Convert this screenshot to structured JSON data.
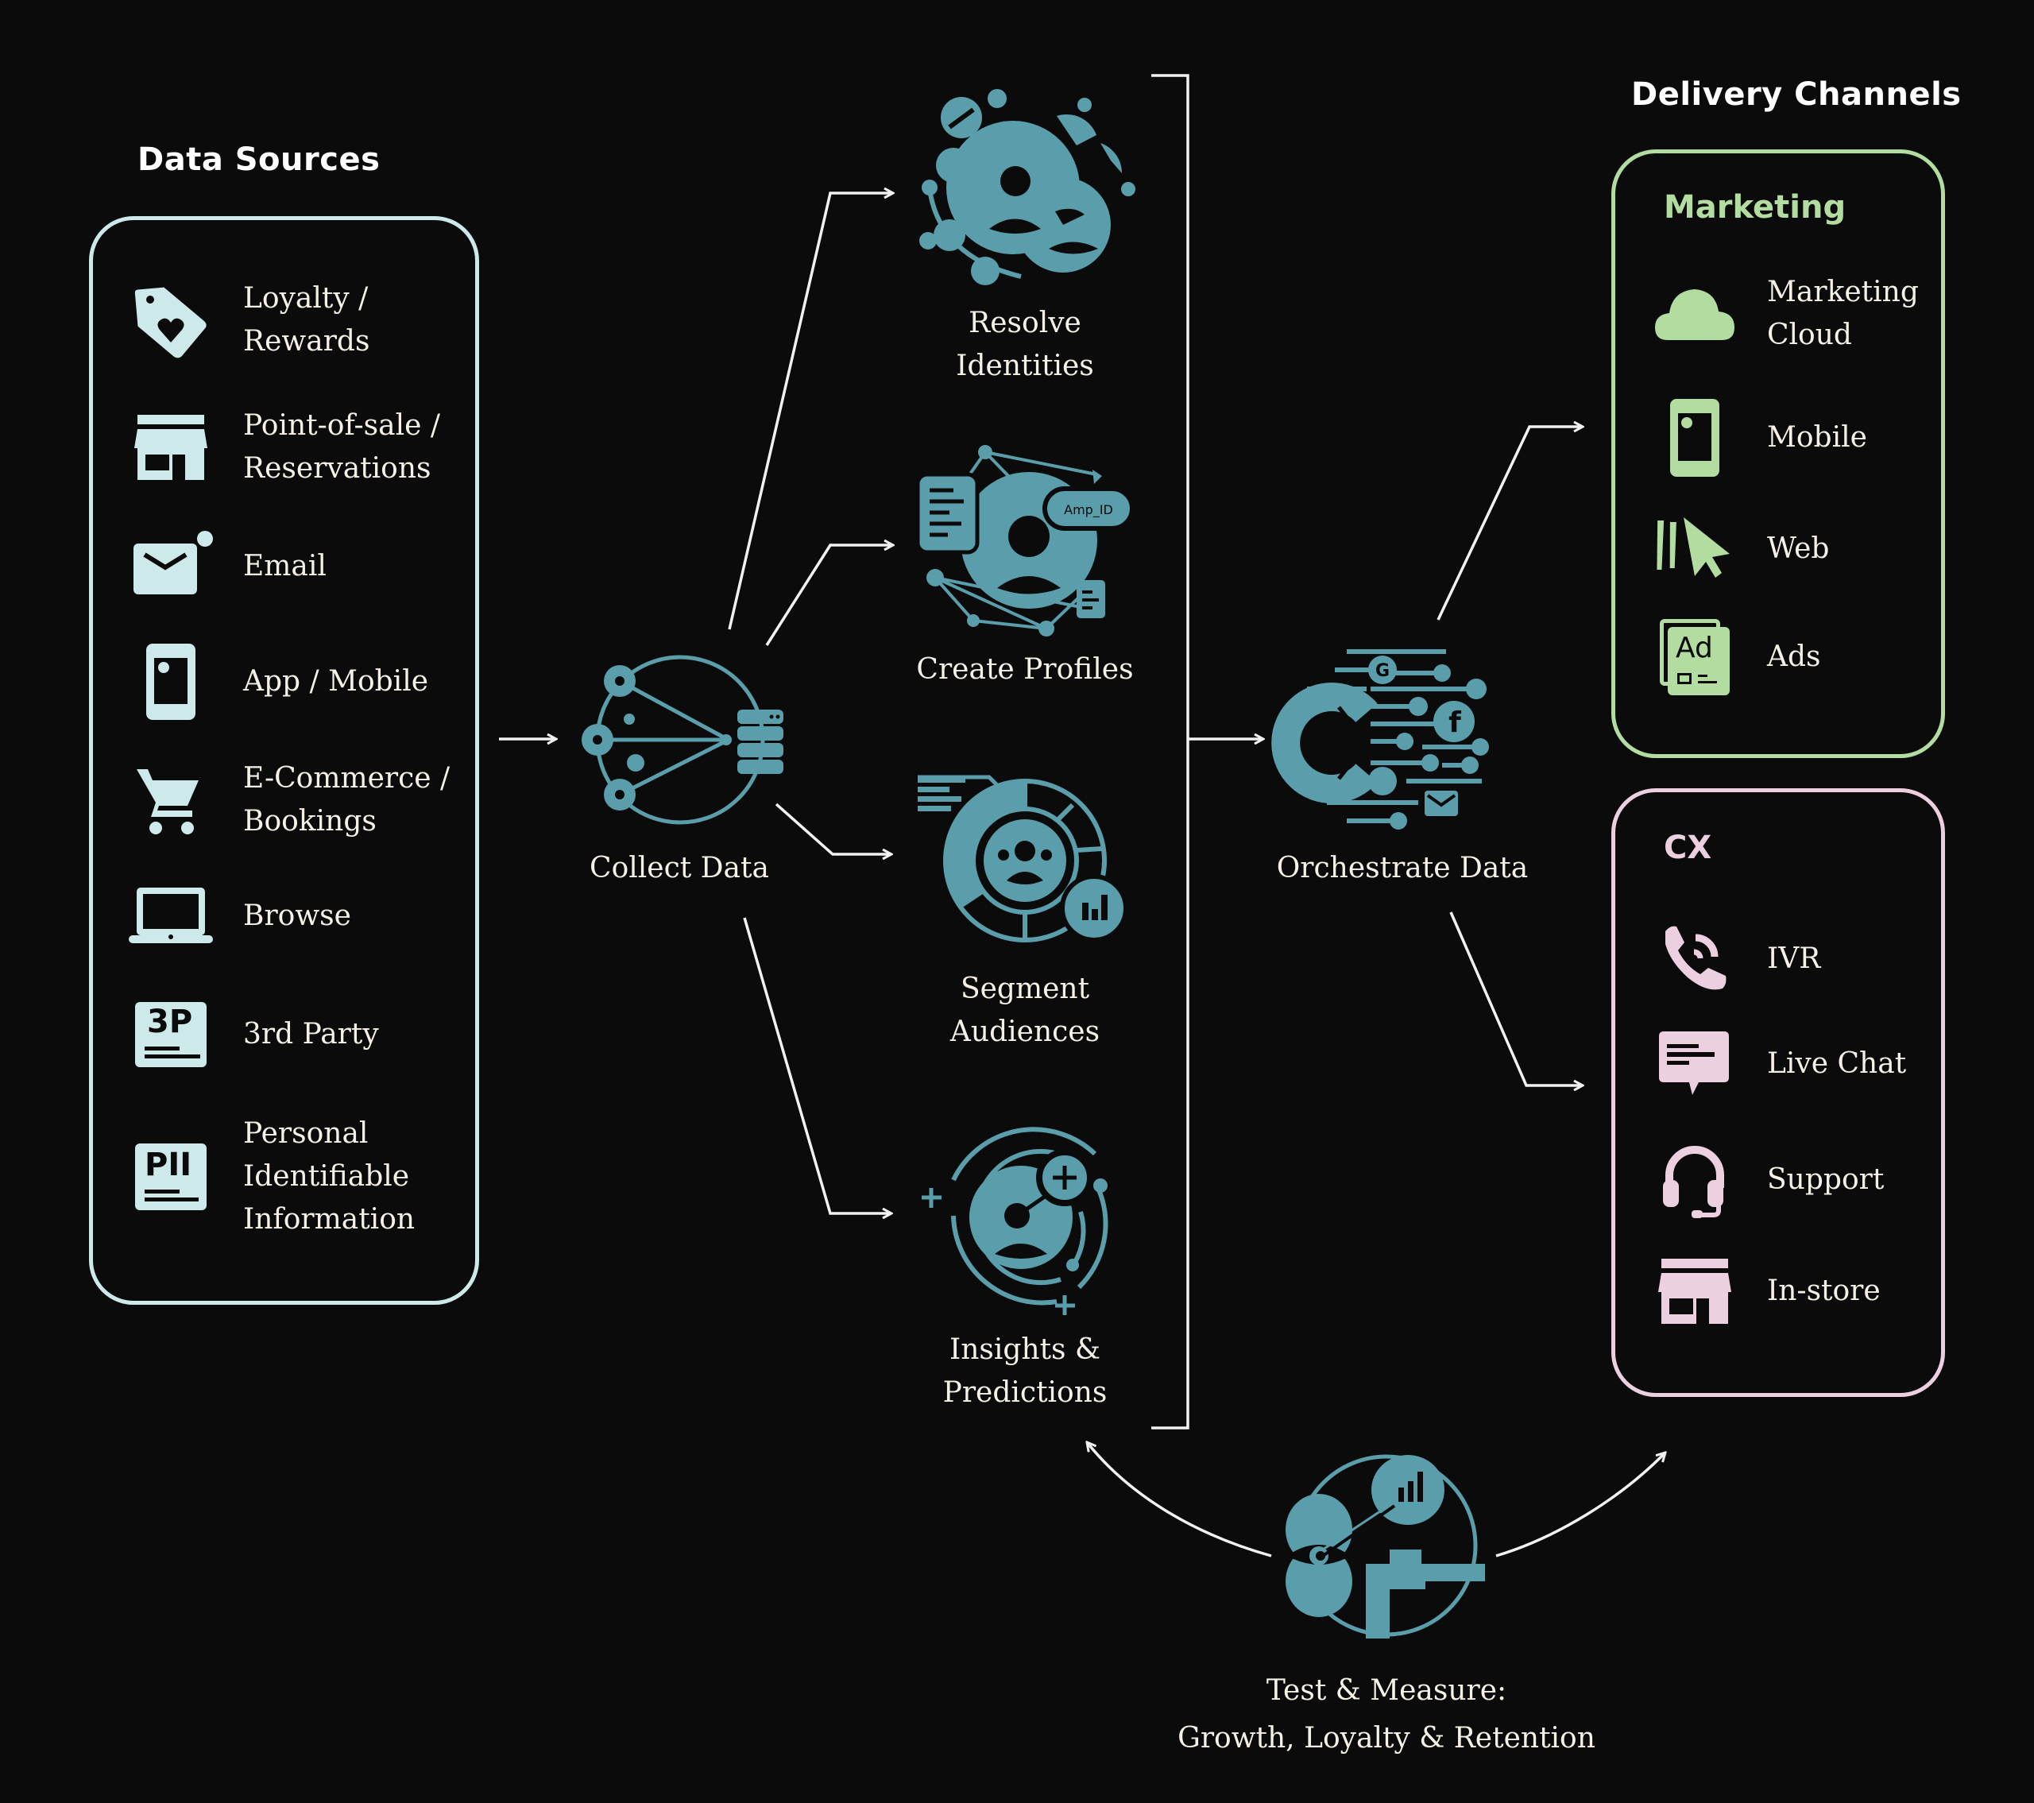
{
  "colors": {
    "background": "#0b0b0b",
    "teal": "#5b9eab",
    "sources_accent": "#cde9ea",
    "marketing_accent": "#b3dda0",
    "cx_accent": "#ecd0e0",
    "arrow": "#f2f2f2",
    "text": "#f6f1e7"
  },
  "data_sources": {
    "title": "Data Sources",
    "items": [
      {
        "label": "Loyalty /\nRewards",
        "icon": "tag-heart-icon"
      },
      {
        "label": "Point-of-sale /\nReservations",
        "icon": "storefront-icon"
      },
      {
        "label": "Email",
        "icon": "email-notification-icon"
      },
      {
        "label": "App / Mobile",
        "icon": "mobile-phone-icon"
      },
      {
        "label": "E-Commerce /\nBookings",
        "icon": "shopping-cart-icon"
      },
      {
        "label": "Browse",
        "icon": "laptop-icon"
      },
      {
        "label": "3rd Party",
        "icon": "third-party-document-icon"
      },
      {
        "label": "Personal\nIdentifiable\nInformation",
        "icon": "pii-document-icon"
      }
    ],
    "icon_texts": {
      "third_party": "3P",
      "pii": "PII"
    }
  },
  "pipeline": {
    "collect": {
      "label": "Collect Data",
      "icon": "collect-data-network-icon"
    },
    "steps": [
      {
        "label": "Resolve\nIdentities",
        "icon": "resolve-identities-icon"
      },
      {
        "label": "Create Profiles",
        "icon": "create-profiles-icon",
        "badge": "Amp_ID"
      },
      {
        "label": "Segment\nAudiences",
        "icon": "segment-audiences-icon"
      },
      {
        "label": "Insights &\nPredictions",
        "icon": "insights-predictions-icon"
      }
    ],
    "orchestrate": {
      "label": "Orchestrate Data",
      "icon": "orchestrate-data-icon",
      "google_glyph": "G",
      "facebook_glyph": "f"
    },
    "test_measure": {
      "label": "Test & Measure:\nGrowth, Loyalty & Retention",
      "icon": "test-measure-icon"
    }
  },
  "delivery_channels": {
    "title": "Delivery Channels",
    "marketing": {
      "title": "Marketing",
      "items": [
        {
          "label": "Marketing\nCloud",
          "icon": "cloud-icon"
        },
        {
          "label": "Mobile",
          "icon": "mobile-phone-icon"
        },
        {
          "label": "Web",
          "icon": "cursor-click-icon"
        },
        {
          "label": "Ads",
          "icon": "ad-icon",
          "glyph": "Ad"
        }
      ]
    },
    "cx": {
      "title": "CX",
      "items": [
        {
          "label": "IVR",
          "icon": "phone-call-icon"
        },
        {
          "label": "Live Chat",
          "icon": "chat-bubble-icon"
        },
        {
          "label": "Support",
          "icon": "headset-icon"
        },
        {
          "label": "In-store",
          "icon": "storefront-icon"
        }
      ]
    }
  }
}
